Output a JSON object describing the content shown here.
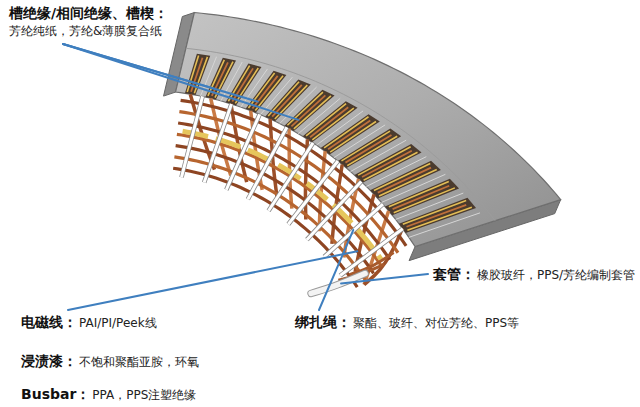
{
  "diagram": {
    "labels": [
      "槽绝缘/相间绝缘、槽楔：",
      "芳纶纯纸，芳纶&薄膜复合纸",
      "套管：",
      "橡胶玻纤，PPS/芳纶编制套管",
      "电磁线：",
      "PAI/PI/Peek线",
      "绑扎绳：",
      "聚酯、玻纤、对位芳纶、PPS等",
      "浸渍漆：",
      "不饱和聚酯亚胺，环氧",
      "Busbar：",
      "PPA，PPS注塑绝缘"
    ]
  }
}
